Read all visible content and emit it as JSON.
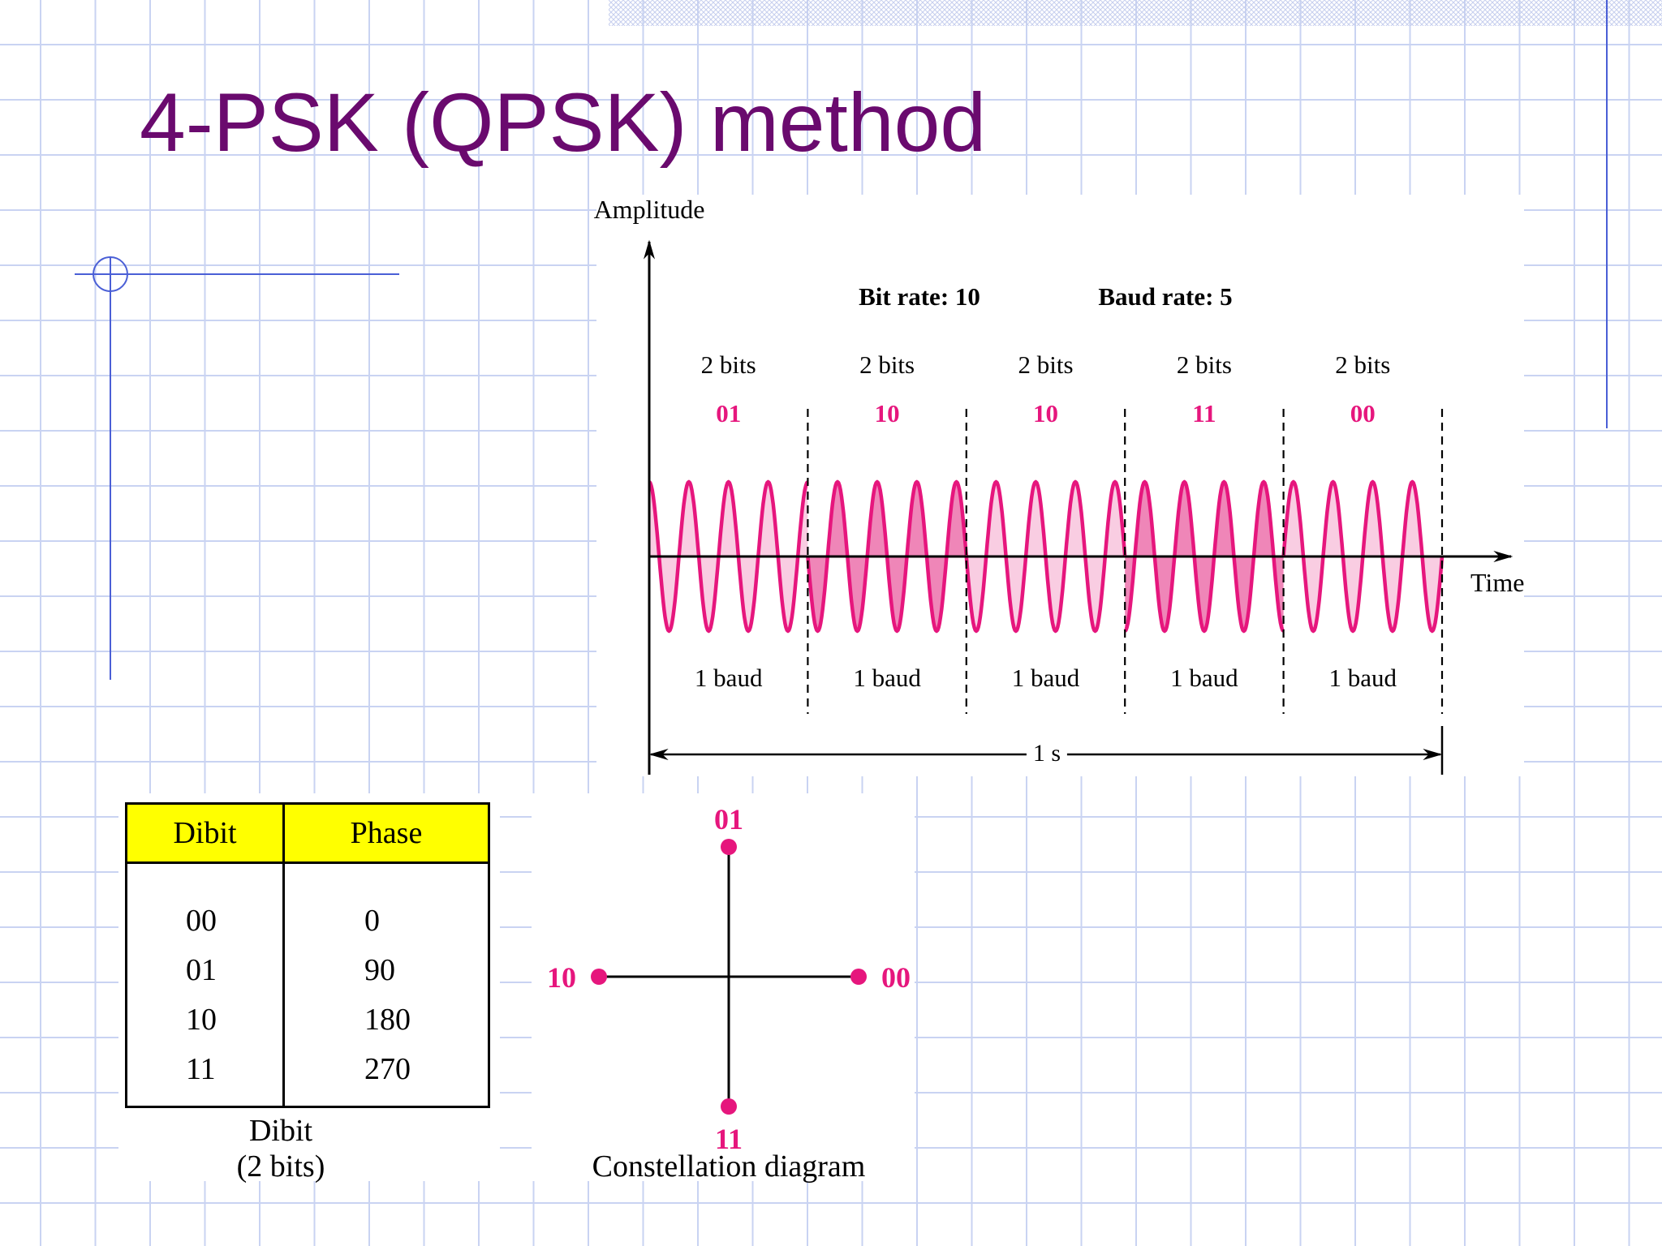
{
  "title": "4-PSK (QPSK) method",
  "colors": {
    "title": "#6a0a6e",
    "signal": "#e6167d",
    "signal_fill_light": "#f9cde2",
    "signal_fill_dark": "#ef86b8",
    "label_pink": "#e6167d",
    "grid_line": "#c9d3f2",
    "accent_blue": "#4a5fd6",
    "table_header": "#ffff00"
  },
  "waveform": {
    "y_axis_label": "Amplitude",
    "x_axis_label": "Time",
    "bit_rate": "Bit rate: 10",
    "baud_rate": "Baud rate: 5",
    "segments": [
      {
        "bits_label": "2 bits",
        "dibit": "01",
        "baud_label": "1 baud",
        "phase": 90
      },
      {
        "bits_label": "2 bits",
        "dibit": "10",
        "baud_label": "1 baud",
        "phase": 180
      },
      {
        "bits_label": "2 bits",
        "dibit": "10",
        "baud_label": "1 baud",
        "phase": 180
      },
      {
        "bits_label": "2 bits",
        "dibit": "11",
        "baud_label": "1 baud",
        "phase": 270
      },
      {
        "bits_label": "2 bits",
        "dibit": "00",
        "baud_label": "1 baud",
        "phase": 0
      }
    ],
    "cycles_per_baud": 4,
    "duration_label": "1 s"
  },
  "table": {
    "headers": [
      "Dibit",
      "Phase"
    ],
    "dibits": [
      "00",
      "01",
      "10",
      "11"
    ],
    "phases": [
      "0",
      "90",
      "180",
      "270"
    ],
    "caption_line1": "Dibit",
    "caption_line2": "(2 bits)"
  },
  "constellation": {
    "caption": "Constellation diagram",
    "points": [
      {
        "label": "00",
        "phase": 0
      },
      {
        "label": "01",
        "phase": 90
      },
      {
        "label": "10",
        "phase": 180
      },
      {
        "label": "11",
        "phase": 270
      }
    ]
  }
}
